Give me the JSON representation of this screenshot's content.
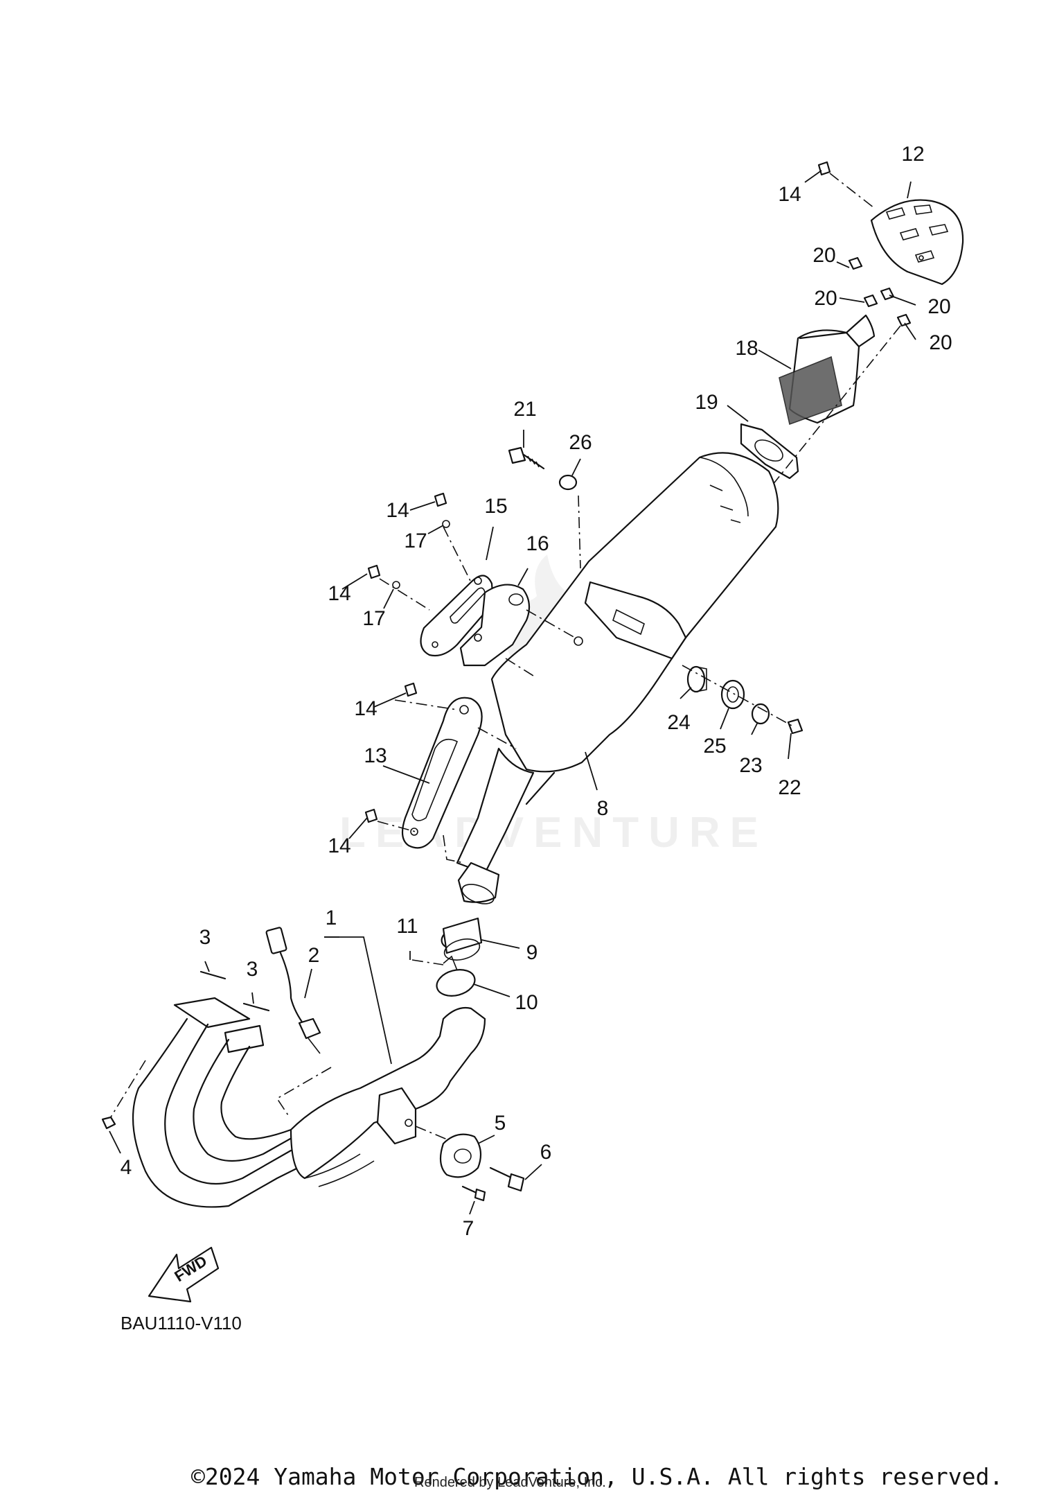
{
  "diagram": {
    "callouts": [
      {
        "id": "c1",
        "text": "1"
      },
      {
        "id": "c2",
        "text": "2"
      },
      {
        "id": "c3a",
        "text": "3"
      },
      {
        "id": "c3b",
        "text": "3"
      },
      {
        "id": "c4",
        "text": "4"
      },
      {
        "id": "c5",
        "text": "5"
      },
      {
        "id": "c6",
        "text": "6"
      },
      {
        "id": "c7",
        "text": "7"
      },
      {
        "id": "c8",
        "text": "8"
      },
      {
        "id": "c9",
        "text": "9"
      },
      {
        "id": "c10",
        "text": "10"
      },
      {
        "id": "c11",
        "text": "11"
      },
      {
        "id": "c12",
        "text": "12"
      },
      {
        "id": "c13",
        "text": "13"
      },
      {
        "id": "c14a",
        "text": "14"
      },
      {
        "id": "c14b",
        "text": "14"
      },
      {
        "id": "c14c",
        "text": "14"
      },
      {
        "id": "c14d",
        "text": "14"
      },
      {
        "id": "c14e",
        "text": "14"
      },
      {
        "id": "c15",
        "text": "15"
      },
      {
        "id": "c16",
        "text": "16"
      },
      {
        "id": "c17a",
        "text": "17"
      },
      {
        "id": "c17b",
        "text": "17"
      },
      {
        "id": "c18",
        "text": "18"
      },
      {
        "id": "c19",
        "text": "19"
      },
      {
        "id": "c20a",
        "text": "20"
      },
      {
        "id": "c20b",
        "text": "20"
      },
      {
        "id": "c20c",
        "text": "20"
      },
      {
        "id": "c20d",
        "text": "20"
      },
      {
        "id": "c21",
        "text": "21"
      },
      {
        "id": "c22",
        "text": "22"
      },
      {
        "id": "c23",
        "text": "23"
      },
      {
        "id": "c24",
        "text": "24"
      },
      {
        "id": "c25",
        "text": "25"
      },
      {
        "id": "c26",
        "text": "26"
      }
    ],
    "fwd_label": "FWD",
    "diagram_code": "BAU1110-V110",
    "watermark": "LEADVENTURE"
  },
  "footer": {
    "copyright": "©2024 Yamaha Motor Corporation, U.S.A. All rights reserved.",
    "rendered_by": "Rendered by LeadVenture, Inc."
  }
}
